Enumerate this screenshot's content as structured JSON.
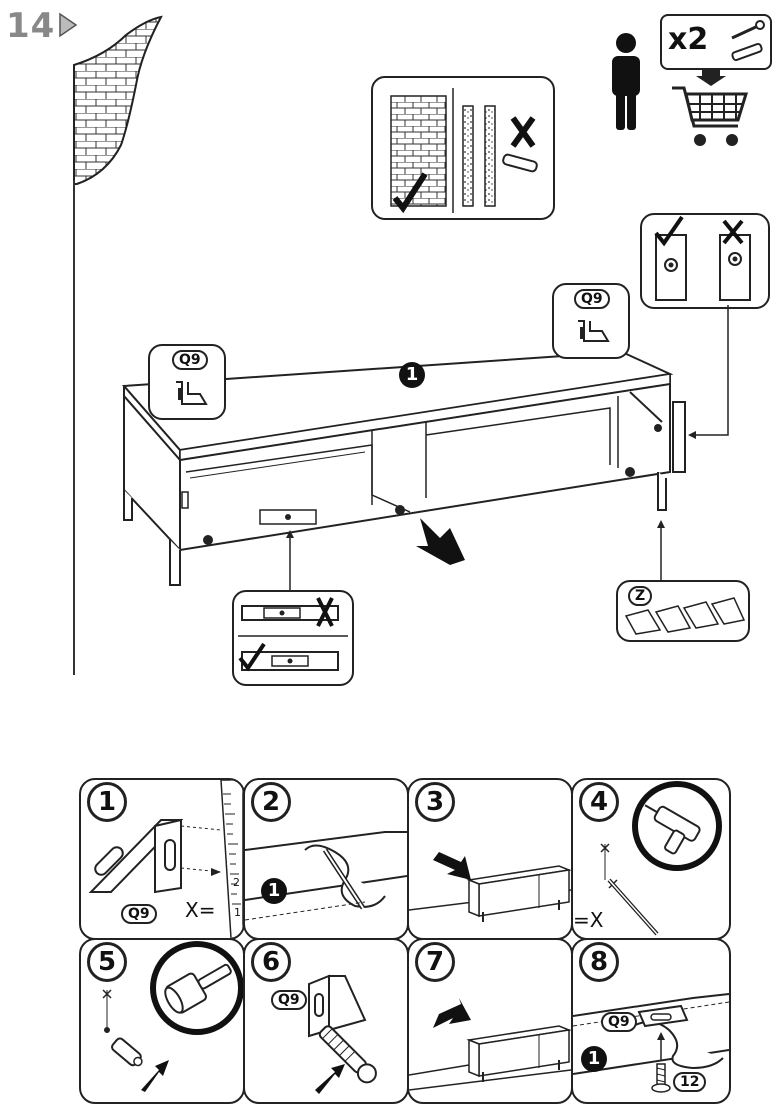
{
  "step": {
    "number": "14"
  },
  "supplies": {
    "multiplier": "x2"
  },
  "labels": {
    "part_main": "1",
    "hardware_bracket": "Q9",
    "hardware_shim": "Z",
    "hardware_screw": "12",
    "measure_x_eq": "X=",
    "measure_eq_x": "=X"
  },
  "substeps": [
    {
      "number": "1"
    },
    {
      "number": "2"
    },
    {
      "number": "3"
    },
    {
      "number": "4"
    },
    {
      "number": "5"
    },
    {
      "number": "6"
    },
    {
      "number": "7"
    },
    {
      "number": "8"
    }
  ],
  "ruler": {
    "ticks": [
      "2",
      "1"
    ]
  }
}
